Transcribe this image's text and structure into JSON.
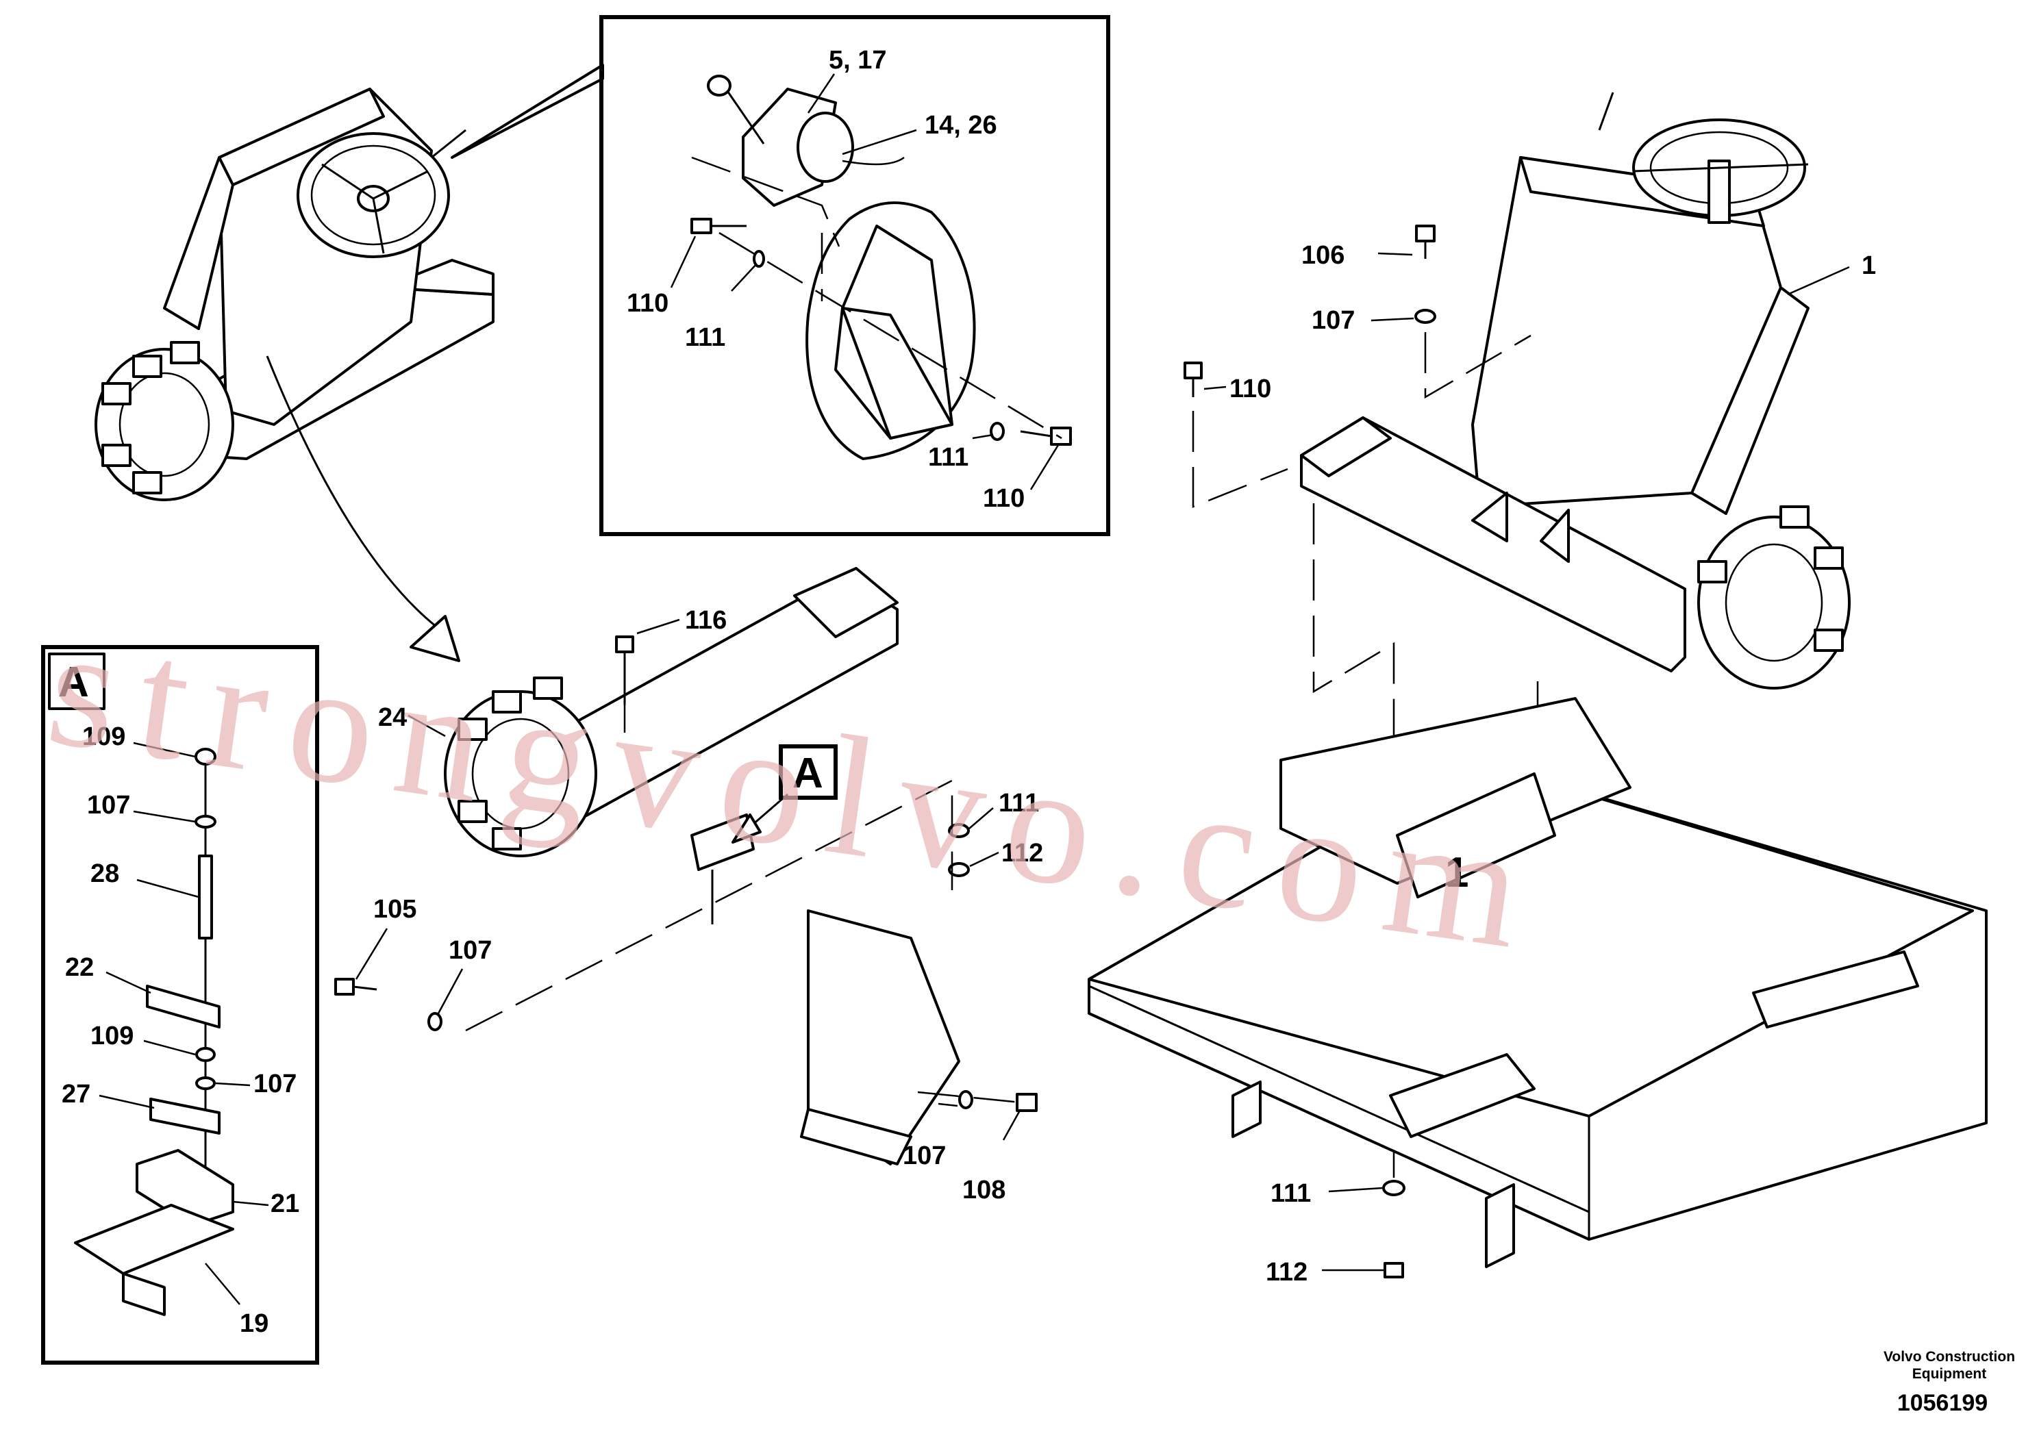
{
  "watermark": "strongvolvo.com",
  "detail_marker": "A",
  "callouts": {
    "c5_17": "5, 17",
    "c14_26": "14, 26",
    "c110_a": "110",
    "c111_a": "111",
    "c111_b": "111",
    "c110_b": "110",
    "c106": "106",
    "c107_a": "107",
    "c1": "1",
    "c110_c": "110",
    "c116": "116",
    "c24": "24",
    "c111_c": "111",
    "c112_a": "112",
    "c105": "105",
    "c107_b": "107",
    "c107_c": "107",
    "c108": "108",
    "c111_d": "111",
    "c112_b": "112",
    "c1_label": "1"
  },
  "detail_A": {
    "title": "A",
    "callouts": {
      "c109_a": "109",
      "c107_a": "107",
      "c28": "28",
      "c22": "22",
      "c109_b": "109",
      "c107_b": "107",
      "c27": "27",
      "c21": "21",
      "c19": "19"
    }
  },
  "footer": {
    "company_line1": "Volvo Construction",
    "company_line2": "Equipment",
    "drawing_number": "1056199"
  }
}
